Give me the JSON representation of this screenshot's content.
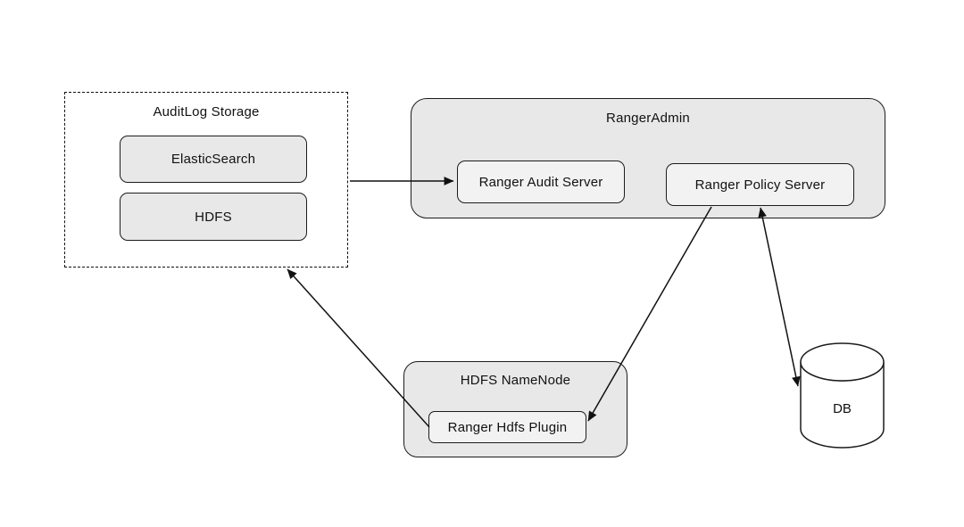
{
  "nodes": {
    "auditlog_storage": {
      "label": "AuditLog Storage"
    },
    "elasticsearch": {
      "label": "ElasticSearch"
    },
    "hdfs": {
      "label": "HDFS"
    },
    "ranger_admin": {
      "label": "RangerAdmin"
    },
    "ranger_audit_server": {
      "label": "Ranger Audit Server"
    },
    "ranger_policy_server": {
      "label": "Ranger Policy Server"
    },
    "hdfs_namenode": {
      "label": "HDFS NameNode"
    },
    "ranger_hdfs_plugin": {
      "label": "Ranger Hdfs Plugin"
    },
    "db": {
      "label": "DB"
    }
  },
  "edges": [
    {
      "from": "auditlog_storage",
      "to": "ranger_audit_server",
      "direction": "forward"
    },
    {
      "from": "ranger_policy_server",
      "to": "ranger_hdfs_plugin",
      "direction": "forward"
    },
    {
      "from": "ranger_hdfs_plugin",
      "to": "auditlog_storage",
      "direction": "forward"
    },
    {
      "from": "ranger_policy_server",
      "to": "db",
      "direction": "both"
    }
  ],
  "colors": {
    "container_fill": "#e8e8e8",
    "inner_node_fill": "#f2f2f2",
    "stroke": "#1c1c1c",
    "background": "#ffffff"
  }
}
